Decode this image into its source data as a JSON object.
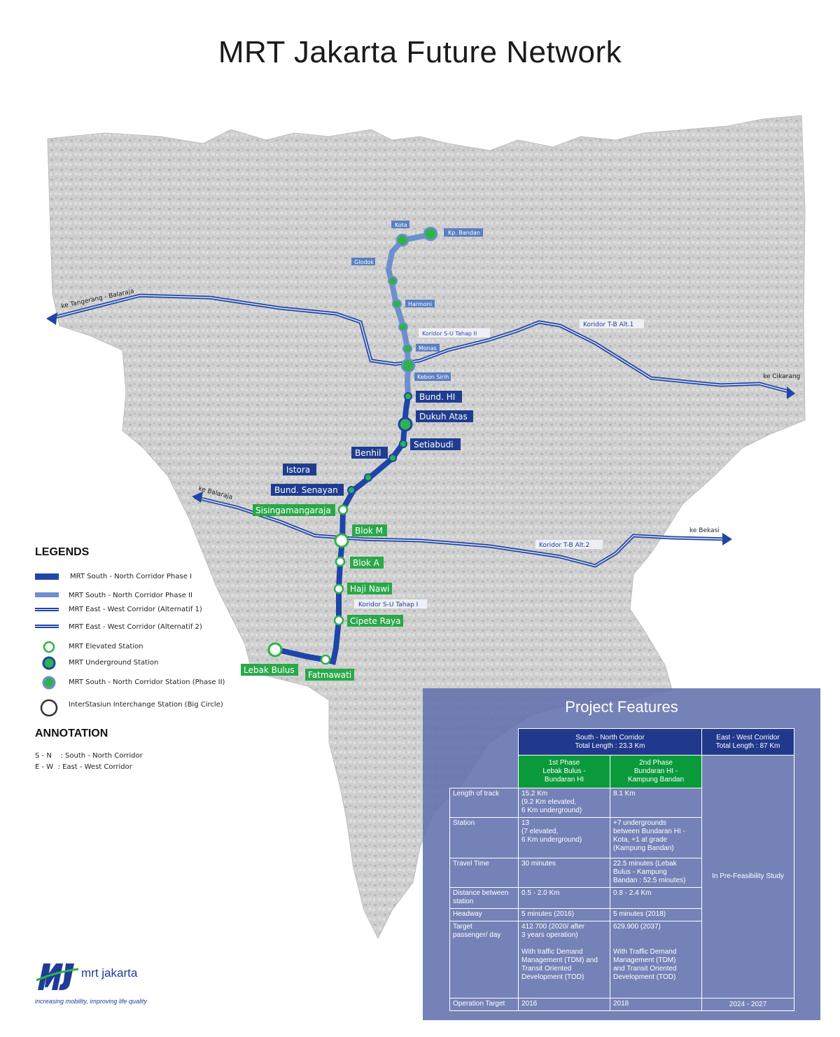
{
  "title": "MRT Jakarta Future Network",
  "map_labels": {
    "kota": "Kota",
    "kp_bandan": "Kp. Bandan",
    "glodok": "Glodok",
    "harmoni": "Harmoni",
    "koridor_su_tahap2": "Koridor S-U Tahap II",
    "monas": "Monas",
    "kebon_sirih": "Kebon Sirih",
    "bund_hi": "Bund. HI",
    "dukuh_atas": "Dukuh Atas",
    "setiabudi": "Setiabudi",
    "benhil": "Benhil",
    "istora": "Istora",
    "bund_senayan": "Bund. Senayan",
    "sisingamangaraja": "Sisingamangaraja",
    "blok_m": "Blok M",
    "blok_a": "Blok A",
    "haji_nawi": "Haji Nawi",
    "koridor_su_tahap1": "Koridor S-U Tahap I",
    "cipete_raya": "Cipete Raya",
    "lebak_bulus": "Lebak Bulus",
    "fatmawati": "Fatmawati",
    "ke_tangerang": "ke Tangerang - Balaraja",
    "koridor_tb_alt1": "Koridor T-B Alt.1",
    "ke_cikarang": "ke Cikarang",
    "ke_balaraja": "ke Balaraja",
    "ke_bekasi": "ke Bekasi",
    "koridor_tb_alt2": "Koridor T-B Alt.2"
  },
  "legend": {
    "heading": "LEGENDS",
    "items": [
      "MRT South - North Corridor Phase I",
      "MRT South - North Corridor Phase II",
      "MRT East - West Corridor (Alternatif 1)",
      "MRT East - West Corridor (Alternatif 2)",
      "MRT Elevated Station",
      "MRT Underground Station",
      "MRT South - North Corridor Station (Phase II)",
      "InterStasiun Interchange Station (Big Circle)"
    ]
  },
  "annotation": {
    "heading": "ANNOTATION",
    "lines": [
      "S - N    : South - North Corridor",
      "E - W  : East - West Corridor"
    ]
  },
  "project_features": {
    "title": "Project Features",
    "sn_header": "South - North Corridor\nTotal Length : 23.3 Km",
    "ew_header": "East - West Corridor\nTotal Length : 87 Km",
    "phase1": "1st Phase\nLebak Bulus -\nBundaran HI",
    "phase2": "2nd Phase\nBundaran HI -\nKampung Bandan",
    "rows": [
      {
        "label": "Length of track",
        "p1": "15.2 Km\n(9.2 Km elevated,\n6 Km underground)",
        "p2": "8.1 Km"
      },
      {
        "label": "Station",
        "p1": "13\n(7 elevated,\n6 Km underground)",
        "p2": "+7 undergrounds\nbetween Bundaran HI -\nKota, +1 at grade\n(Kampung Bandan)"
      },
      {
        "label": "Travel Time",
        "p1": "30 minutes",
        "p2": "22.5 minutes (Lebak\nBulus - Kampung\nBandan : 52.5 minutes)"
      },
      {
        "label": "Distance between\nstation",
        "p1": "0.5 - 2.0 Km",
        "p2": "0.8 - 2.4 Km"
      },
      {
        "label": "Headway",
        "p1": "5 minutes (2016)",
        "p2": "5 minutes (2018)"
      },
      {
        "label": "Target\npassenger/ day",
        "p1": "412.700 (2020/ after\n3 years operation)\n\nWith traffic Demand\nManagement (TDM) and\nTransit Oriented\nDevelopment (TOD)",
        "p2": "629.900 (2037)\n\n\nWith Traffic Demand\nManagement (TDM)\nand Transit Oriented\nDevelopment (TOD)"
      },
      {
        "label": "Operation Target",
        "p1": "2016",
        "p2": "2018",
        "ew": "2024 - 2027"
      }
    ],
    "ew_study": "In Pre-Feasibility Study"
  },
  "logo": {
    "name": "mrt jakarta",
    "tagline": "increasing mobility, improving life quality"
  },
  "colors": {
    "phase1": "#1e45a8",
    "phase2": "#6d8fd0",
    "station_green": "#2db34a",
    "label_navy": "#1f3d8f",
    "label_green": "#2aa84a",
    "label_light": "#5a7fc4"
  }
}
